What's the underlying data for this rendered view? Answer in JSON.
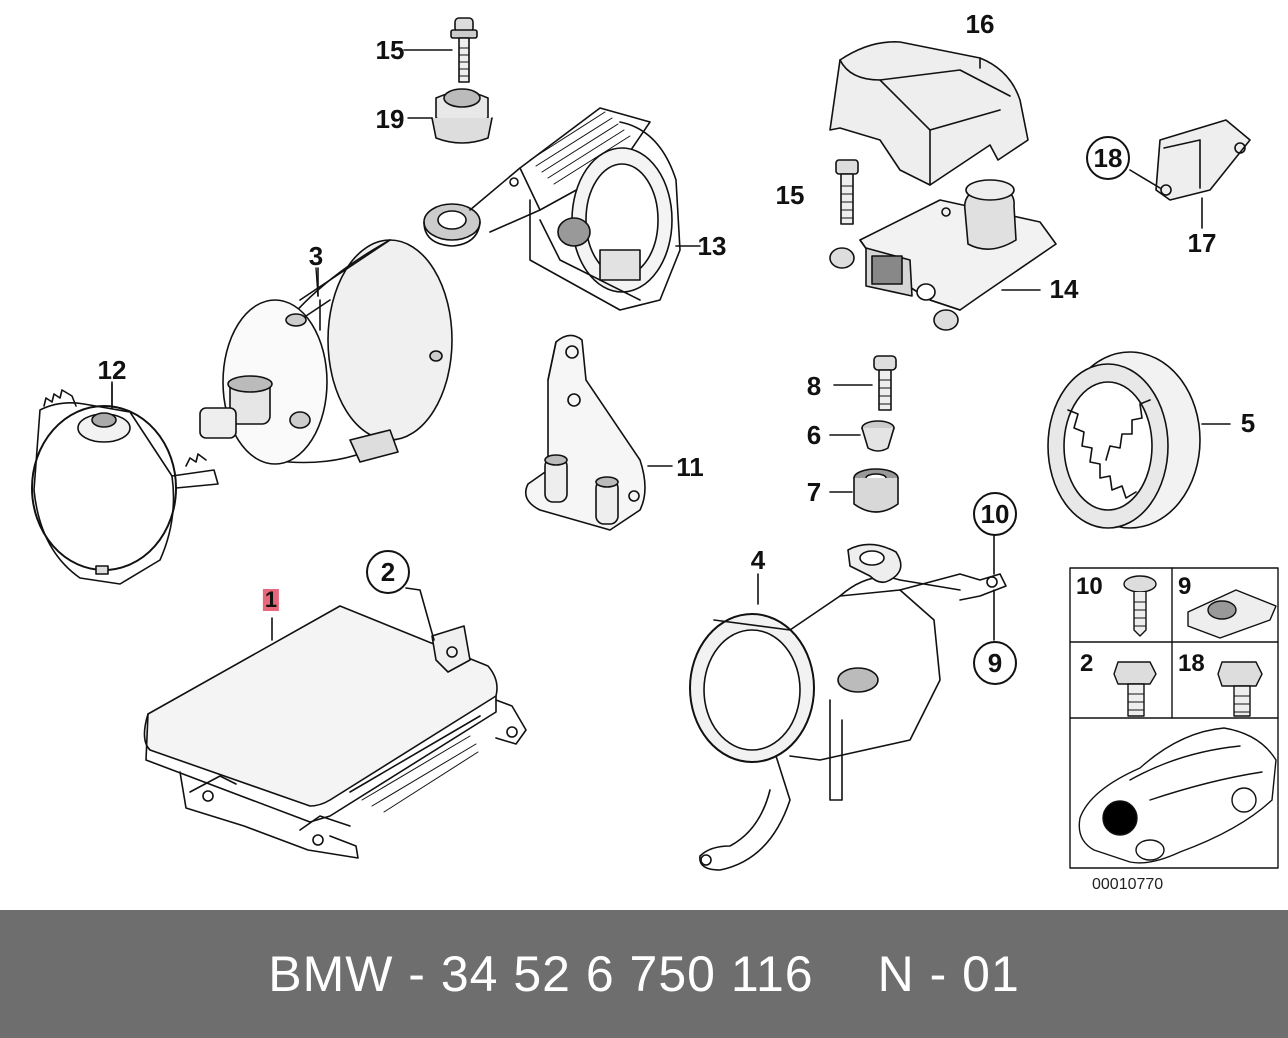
{
  "callouts": {
    "c1": "1",
    "c2": "2",
    "c3": "3",
    "c4": "4",
    "c5": "5",
    "c6": "6",
    "c7": "7",
    "c8": "8",
    "c9": "9",
    "c10": "10",
    "c11": "11",
    "c12": "12",
    "c13": "13",
    "c14": "14",
    "c15a": "15",
    "c15b": "15",
    "c16": "16",
    "c17": "17",
    "c18": "18",
    "c19": "19"
  },
  "legend": {
    "l10": "10",
    "l9": "9",
    "l2": "2",
    "l18": "18"
  },
  "diagram_code": "00010770",
  "footer": {
    "part_number": "BMW - 34 52 6 750 116",
    "position": "N - 01"
  },
  "colors": {
    "footer_bg": "#6e6e6e",
    "highlight": "#e9677a",
    "line": "#111111"
  }
}
